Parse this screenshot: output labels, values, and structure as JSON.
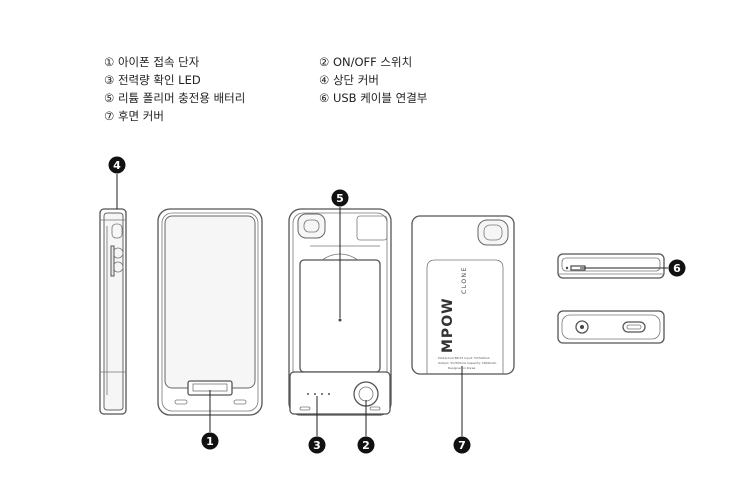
{
  "legend": {
    "items": [
      {
        "marker": "①",
        "label": "아이폰 접속 단자"
      },
      {
        "marker": "②",
        "label": "ON/OFF 스위치"
      },
      {
        "marker": "③",
        "label": "전력량 확인 LED"
      },
      {
        "marker": "④",
        "label": "상단 커버"
      },
      {
        "marker": "⑤",
        "label": "리튬 폴리머 충전용 배터리"
      },
      {
        "marker": "⑥",
        "label": "USB 케이블 연결부"
      },
      {
        "marker": "⑦",
        "label": "후면 커버"
      }
    ]
  },
  "callouts": {
    "c1": "1",
    "c2": "2",
    "c3": "3",
    "c4": "4",
    "c5": "5",
    "c6": "6",
    "c7": "7"
  },
  "back_cover": {
    "brand": "MPOW",
    "model": "CLONE",
    "spec_line1": "Model:Cell BP-03  Input: 5V/500mA",
    "spec_line2": "Output: 5V/500mA  Capacity: 1800mAh",
    "spec_line3": "Designed in Korea"
  }
}
